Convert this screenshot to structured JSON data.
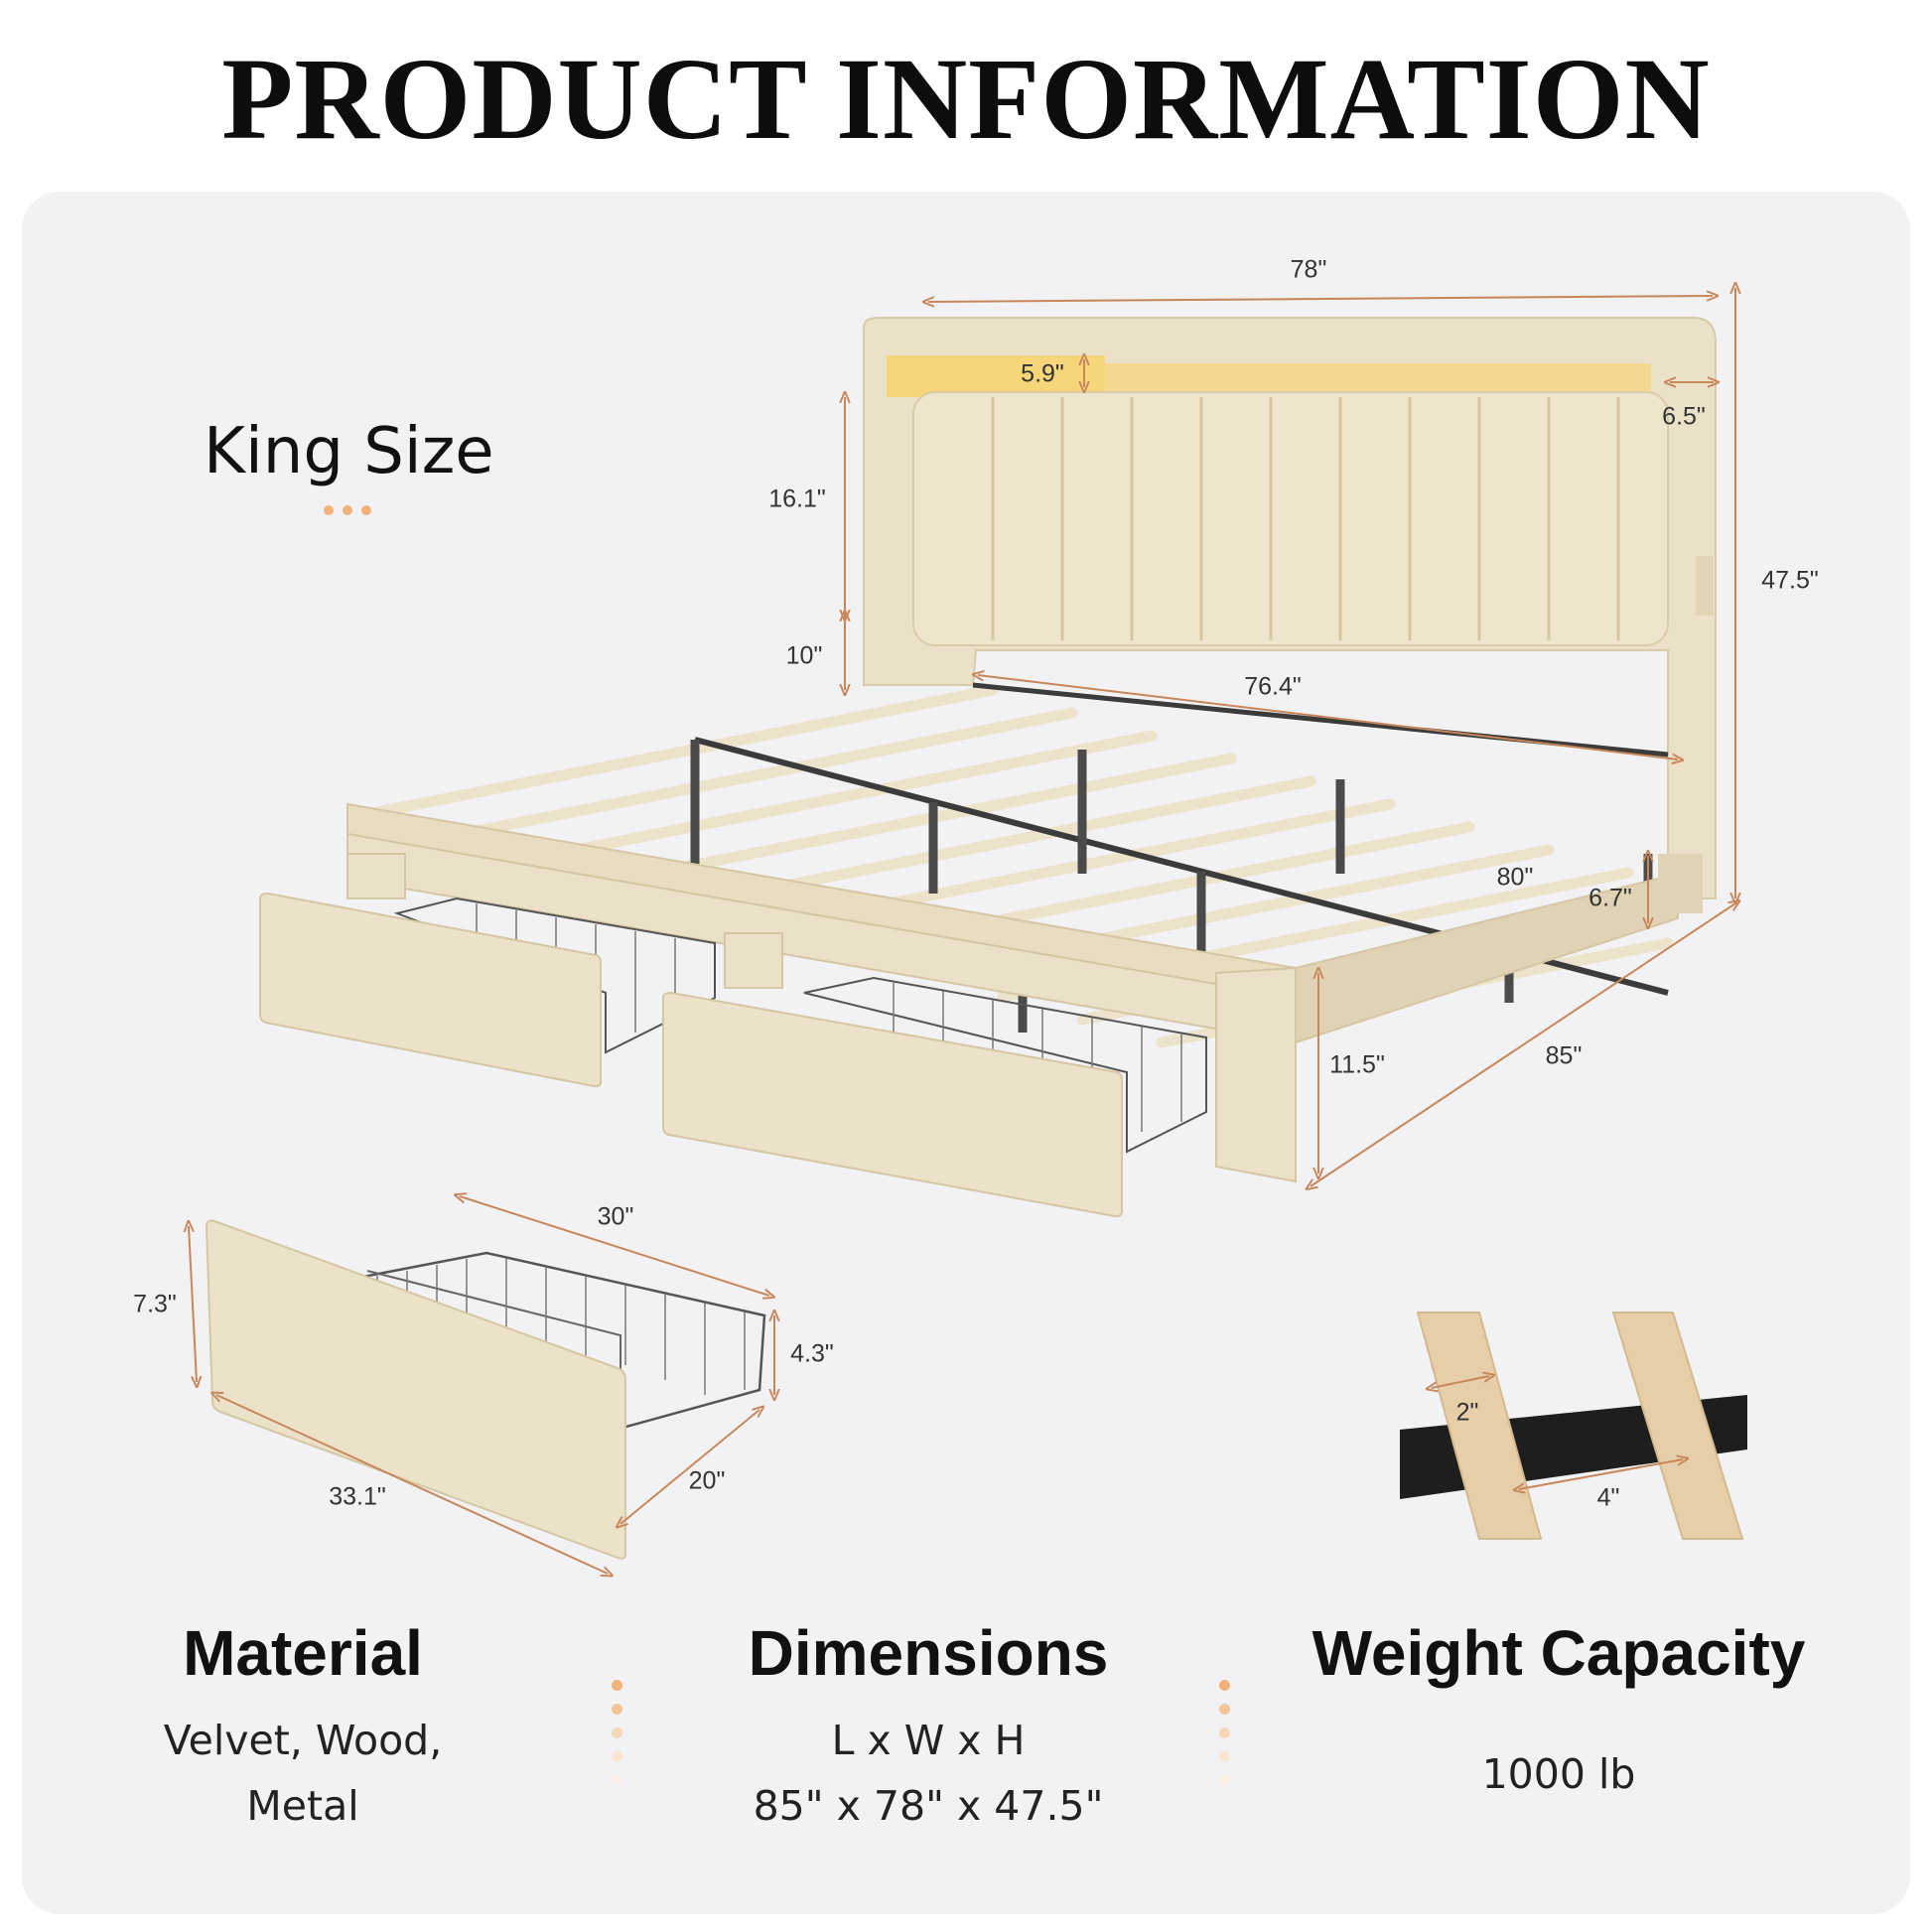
{
  "header": {
    "title": "PRODUCT INFORMATION"
  },
  "size": {
    "label": "King Size"
  },
  "dimensions_callouts": {
    "overall_width": "78\"",
    "shelf_depth": "5.9\"",
    "wing_depth": "6.5\"",
    "headboard_panel": "16.1\"",
    "panel_to_frame": "10\"",
    "overall_height": "47.5\"",
    "inner_width": "76.4\"",
    "inner_length": "80\"",
    "clearance": "6.7\"",
    "overall_length": "85\"",
    "leg_height": "11.5\""
  },
  "drawer_callouts": {
    "basket_length": "30\"",
    "front_height": "7.3\"",
    "basket_height": "4.3\"",
    "front_width": "33.1\"",
    "basket_depth": "20\""
  },
  "slat_callouts": {
    "slat_width": "2\"",
    "slat_gap": "4\""
  },
  "features": {
    "material": {
      "title": "Material",
      "line1": "Velvet, Wood,",
      "line2": "Metal"
    },
    "dimensions": {
      "title": "Dimensions",
      "line1": "L x W x H",
      "line2": "85\" x 78\" x 47.5\""
    },
    "weight": {
      "title": "Weight Capacity",
      "line1": "1000 lb"
    }
  },
  "colors": {
    "accent": "#c8875a",
    "fabric": "#ebe0c8",
    "panel_bg": "#f2f1f3",
    "metal": "#4a4a4a",
    "wood": "#e6cfa8"
  }
}
